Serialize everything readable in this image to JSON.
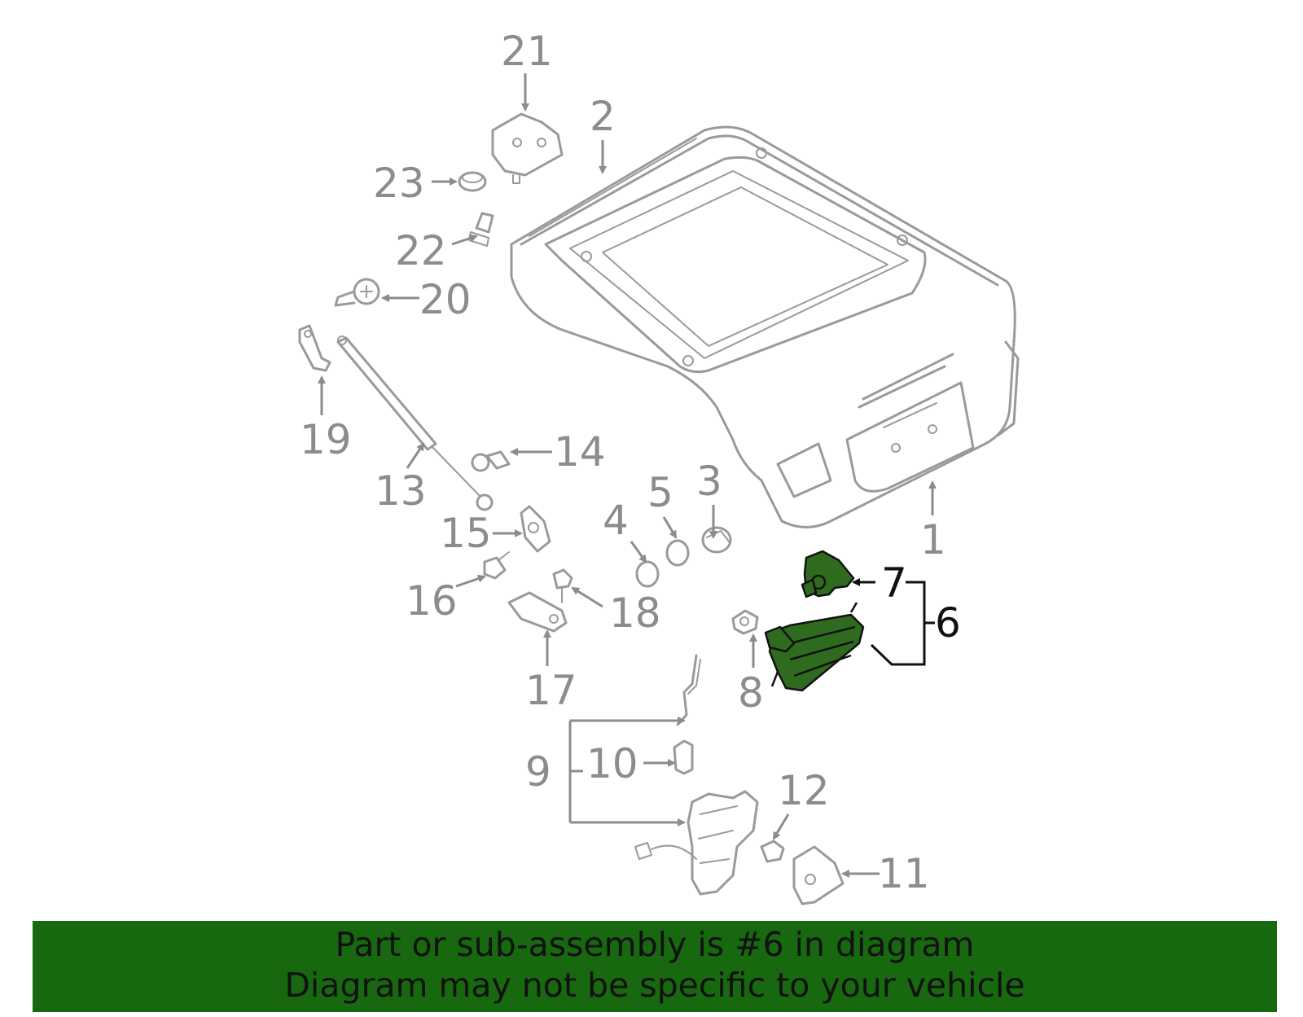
{
  "callouts": {
    "c1": "1",
    "c2": "2",
    "c3": "3",
    "c4": "4",
    "c5": "5",
    "c6": "6",
    "c7": "7",
    "c8": "8",
    "c9": "9",
    "c10": "10",
    "c11": "11",
    "c12": "12",
    "c13": "13",
    "c14": "14",
    "c15": "15",
    "c16": "16",
    "c17": "17",
    "c18": "18",
    "c19": "19",
    "c20": "20",
    "c21": "21",
    "c22": "22",
    "c23": "23"
  },
  "highlight_color": "#2f6b1f",
  "banner": {
    "line1": "Part or sub-assembly is #6 in diagram",
    "line2": "Diagram may not be specific to your vehicle",
    "color": "#17680f"
  }
}
